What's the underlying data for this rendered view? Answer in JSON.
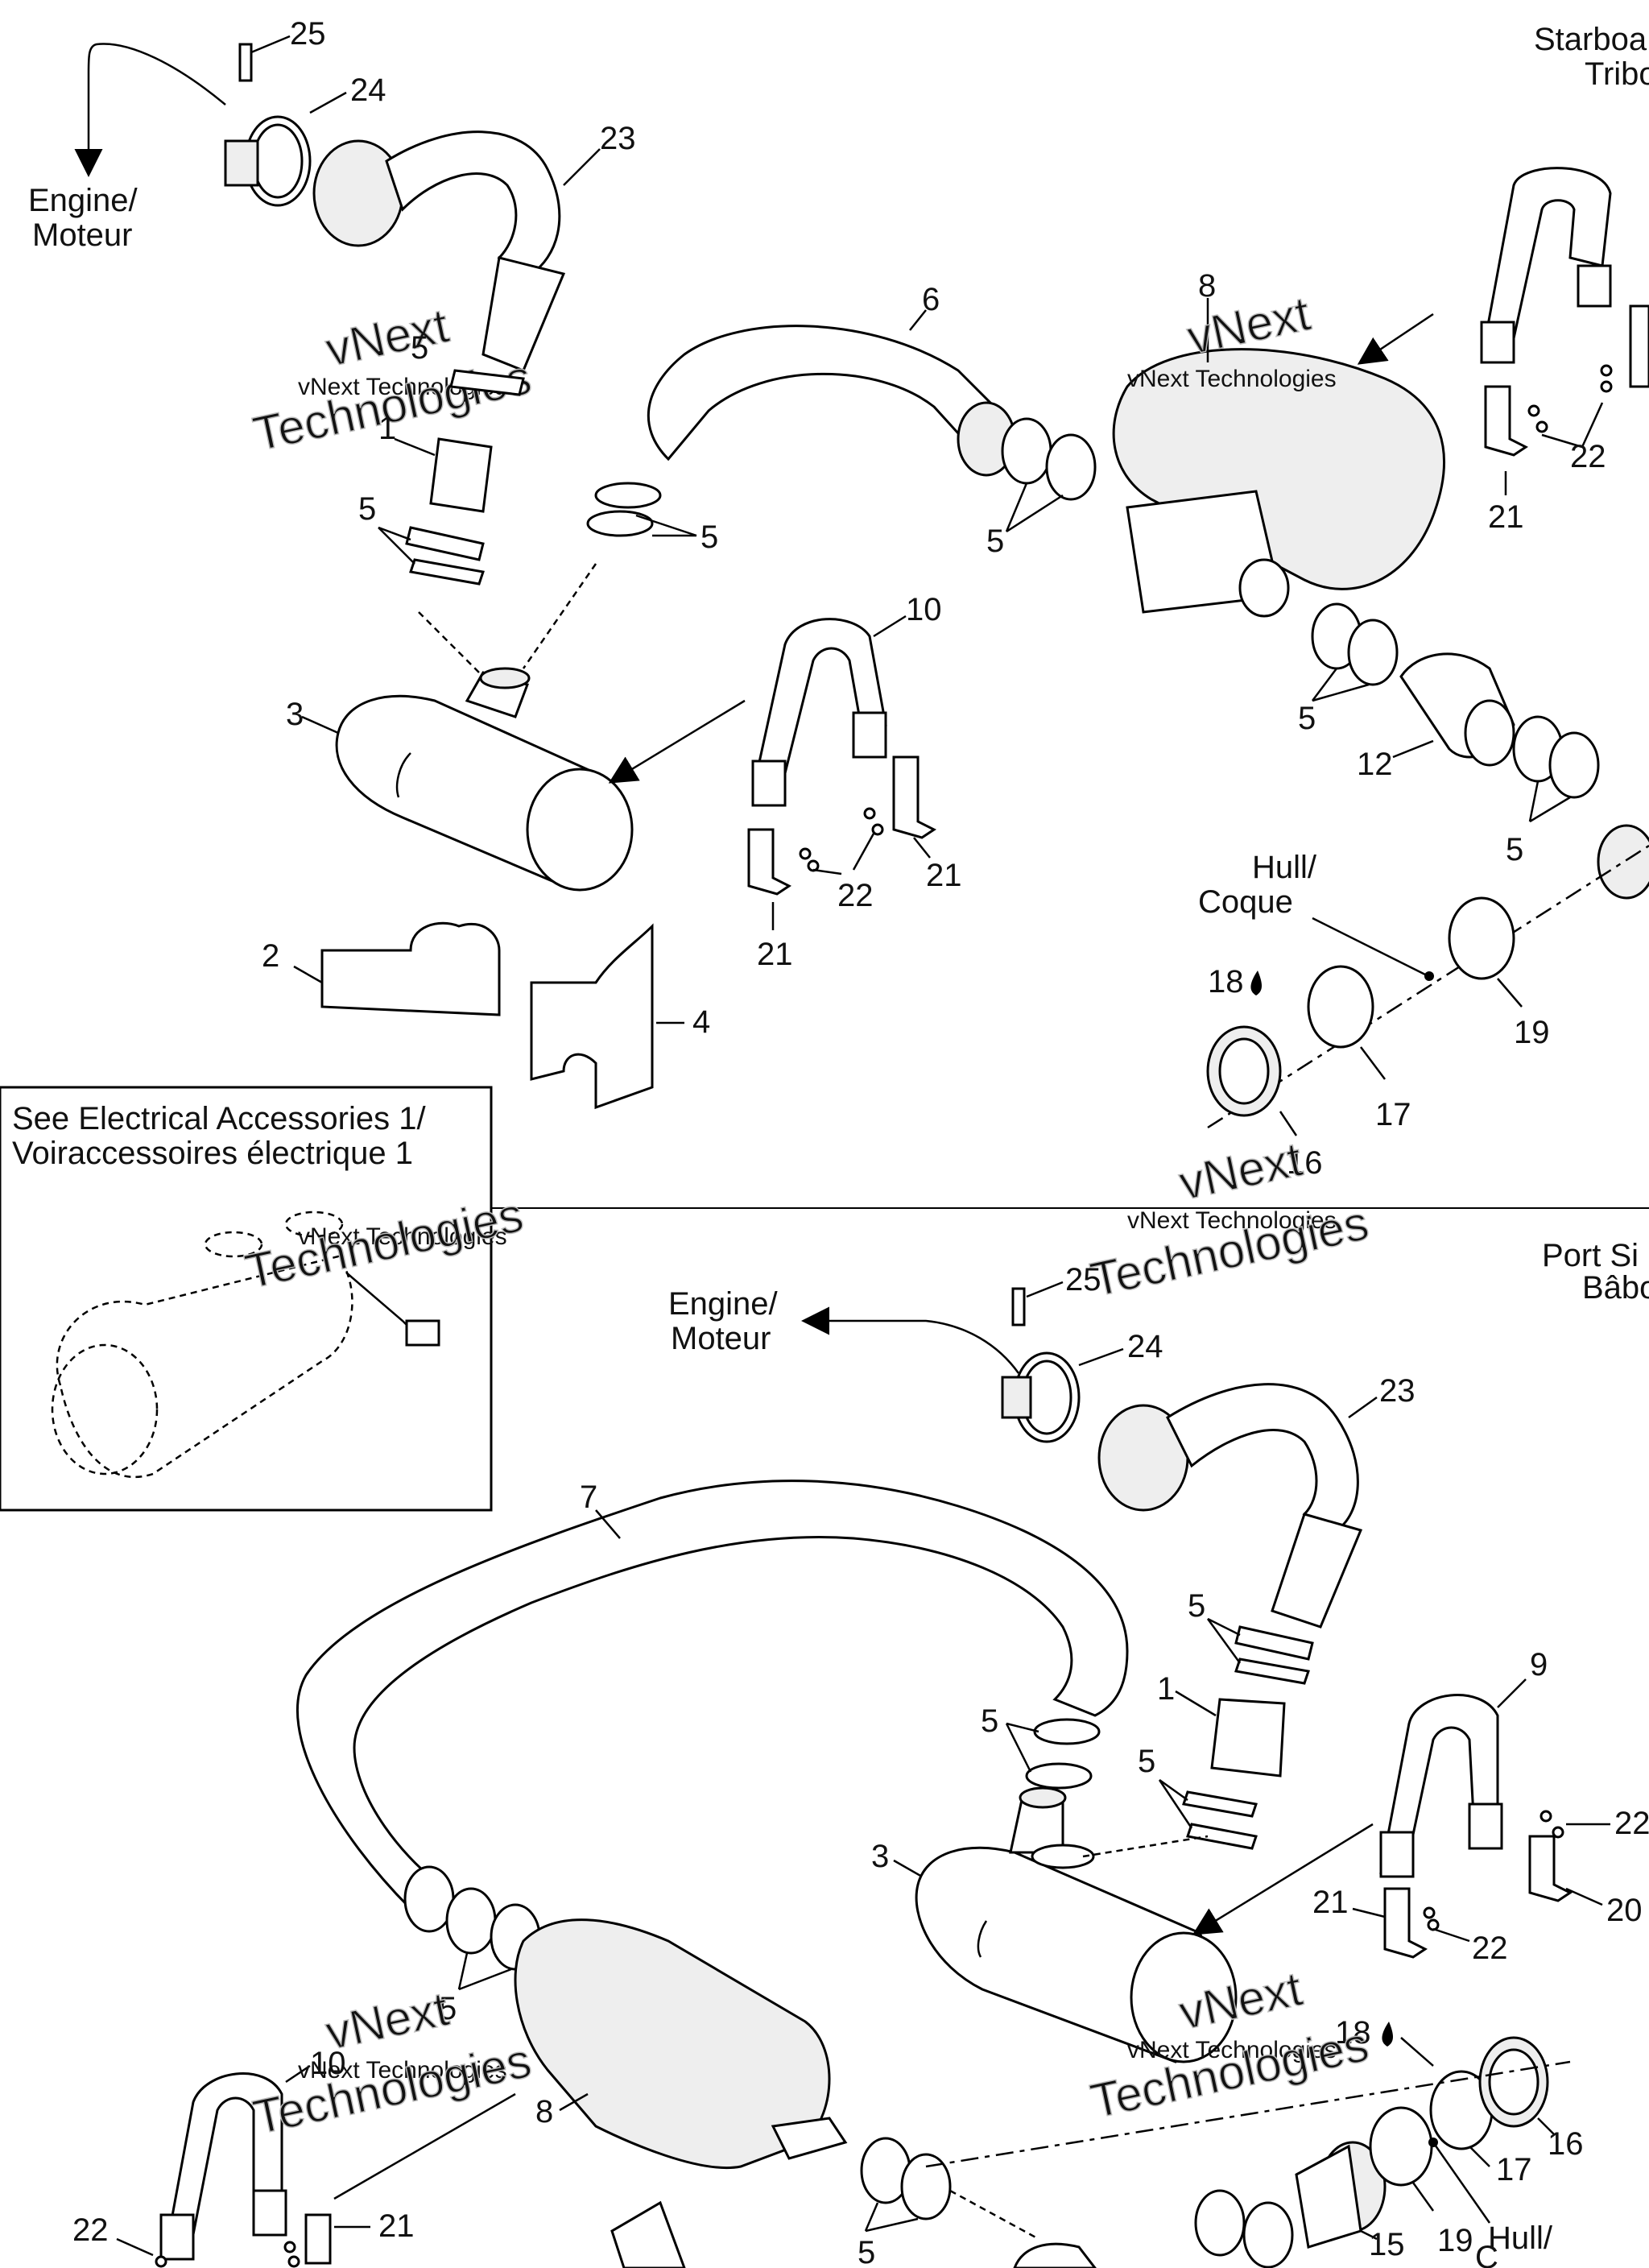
{
  "sections": {
    "starboard": [
      "Starboa",
      "Tribo"
    ],
    "port": [
      "Port Si",
      "Bâbo"
    ]
  },
  "engine_label": [
    "Engine/",
    "Moteur"
  ],
  "hull_label": [
    "Hull/",
    "Coque"
  ],
  "hull_label_bottom": [
    "Hull/",
    "C"
  ],
  "electrical_note": [
    "See Electrical Accessories 1/",
    "Voiraccessoires électrique 1"
  ],
  "watermark": {
    "line1": "vNext Technologies",
    "line2a": "vNext",
    "line2b": "Technologies"
  },
  "callouts": {
    "top": {
      "c25": "25",
      "c24": "24",
      "c23": "23",
      "c6": "6",
      "c8": "8",
      "c5a": "5",
      "c1": "1",
      "c5b": "5",
      "c5c": "5",
      "c5d": "5",
      "c3": "3",
      "c10": "10",
      "c22a": "22",
      "c21a": "21",
      "c21b": "21",
      "c2": "2",
      "c4": "4",
      "c22b": "22",
      "c21c": "21",
      "c5e": "5",
      "c12": "12",
      "c5f": "5",
      "c18": "18",
      "c19": "19",
      "c17": "17",
      "c16": "16"
    },
    "bottom": {
      "c25": "25",
      "c24": "24",
      "c23": "23",
      "c7": "7",
      "c5a": "5",
      "c1": "1",
      "c5b": "5",
      "c5c": "5",
      "c9": "9",
      "c22a": "22",
      "c20": "20",
      "c3": "3",
      "c21a": "21",
      "c22b": "22",
      "c5d": "5",
      "c10": "10",
      "c8": "8",
      "c18": "18",
      "c16": "16",
      "c17": "17",
      "c19": "19",
      "c15": "15",
      "c5e": "5",
      "c22c": "22",
      "c21b": "21"
    }
  }
}
